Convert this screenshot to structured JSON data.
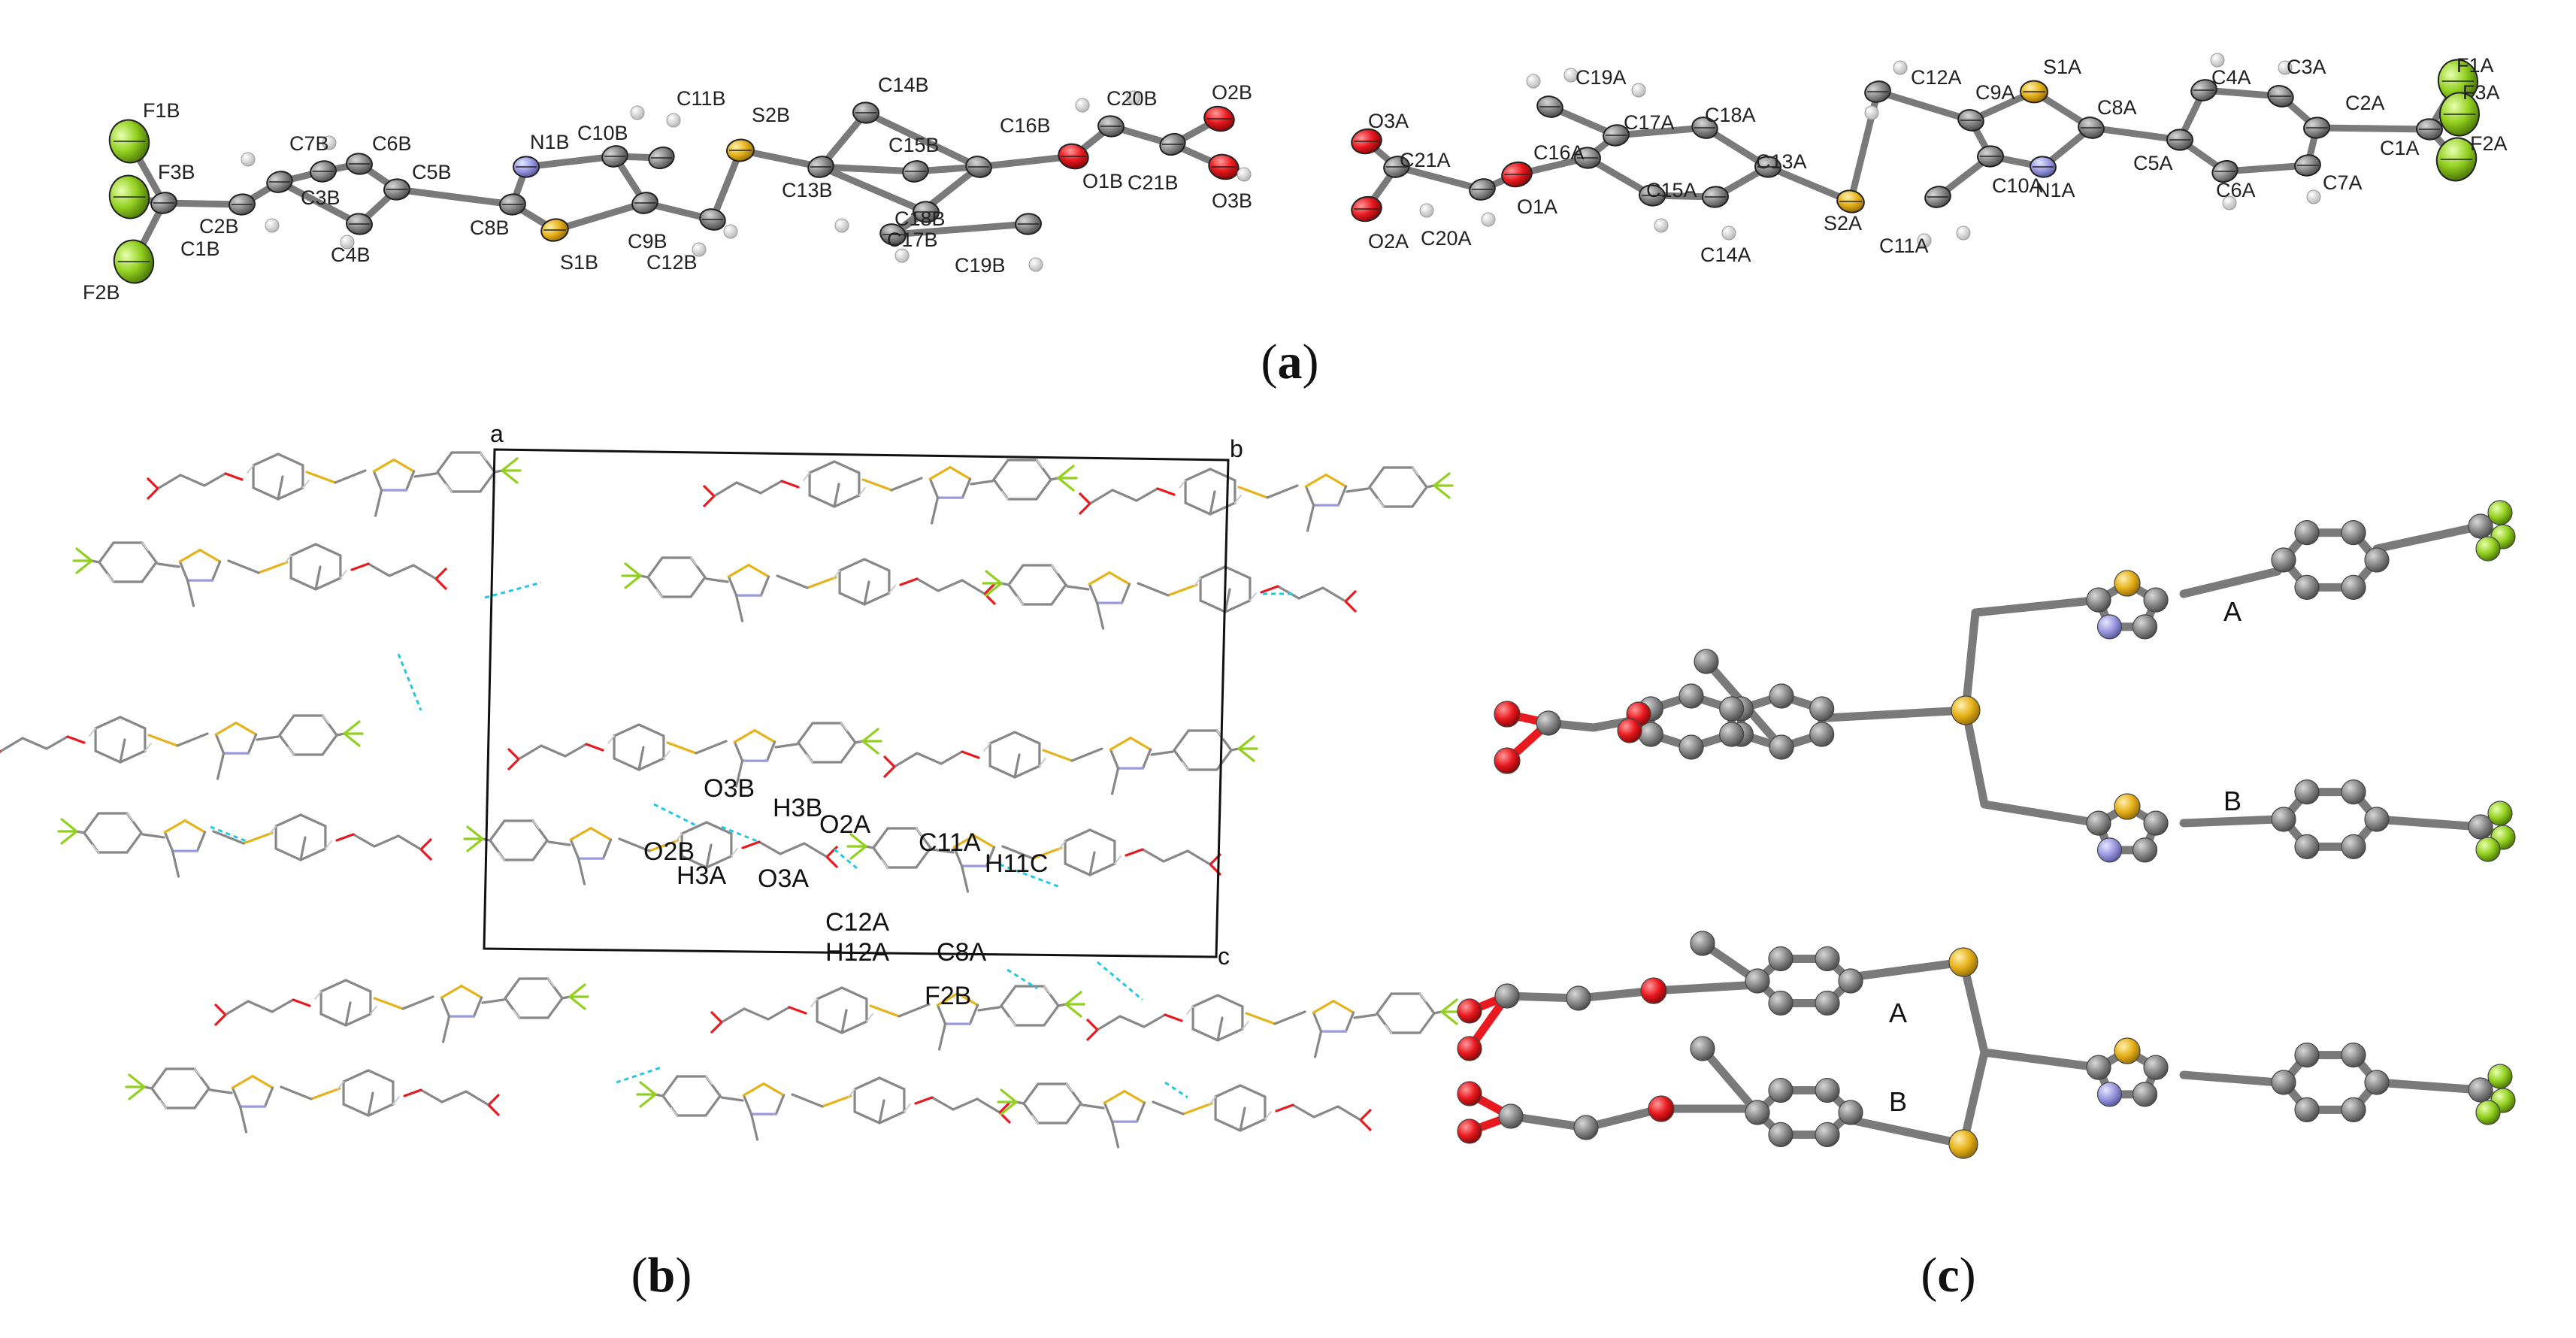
{
  "panels": {
    "a": {
      "letter": "a"
    },
    "b": {
      "letter": "b"
    },
    "c": {
      "letter": "c"
    }
  },
  "colors": {
    "carbon": "#8a8a8a",
    "bond": "#7a7a7a",
    "oxygen": "#e8191f",
    "nitrogen": "#9a9ae0",
    "sulfur": "#e6b21a",
    "fluorine": "#92d020",
    "hydrogen": "#e8e8e8",
    "hbond": "#22c8e0",
    "cell": "#111111"
  },
  "panel_a_labels_B": [
    "F1B",
    "F3B",
    "C2B",
    "C1B",
    "F2B",
    "C7B",
    "C6B",
    "C3B",
    "C4B",
    "C5B",
    "N1B",
    "C8B",
    "S1B",
    "C10B",
    "C11B",
    "C9B",
    "C12B",
    "S2B",
    "C14B",
    "C13B",
    "C15B",
    "C18B",
    "C17B",
    "C16B",
    "C20B",
    "O2B",
    "O1B",
    "C21B",
    "O3B",
    "C19B"
  ],
  "panel_a_labels_A": [
    "O3A",
    "C21A",
    "O2A",
    "C20A",
    "C19A",
    "C16A",
    "O1A",
    "C17A",
    "C18A",
    "C15A",
    "C14A",
    "C13A",
    "S2A",
    "C12A",
    "C11A",
    "C9A",
    "S1A",
    "C10A",
    "N1A",
    "C8A",
    "C4A",
    "C3A",
    "C5A",
    "C6A",
    "C2A",
    "C7A",
    "C1A",
    "F1A",
    "F3A",
    "F2A"
  ],
  "panel_b": {
    "axes": {
      "a": "a",
      "b": "b",
      "c": "c"
    },
    "contacts": [
      "O3B",
      "H3B",
      "O2A",
      "O2B",
      "H3A",
      "O3A",
      "C11A",
      "H11C",
      "C12A",
      "H12A",
      "C8A",
      "F2B"
    ]
  },
  "panel_c": {
    "molecules": {
      "upper_a": "A",
      "upper_b": "B",
      "lower_a": "A",
      "lower_b": "B"
    }
  }
}
